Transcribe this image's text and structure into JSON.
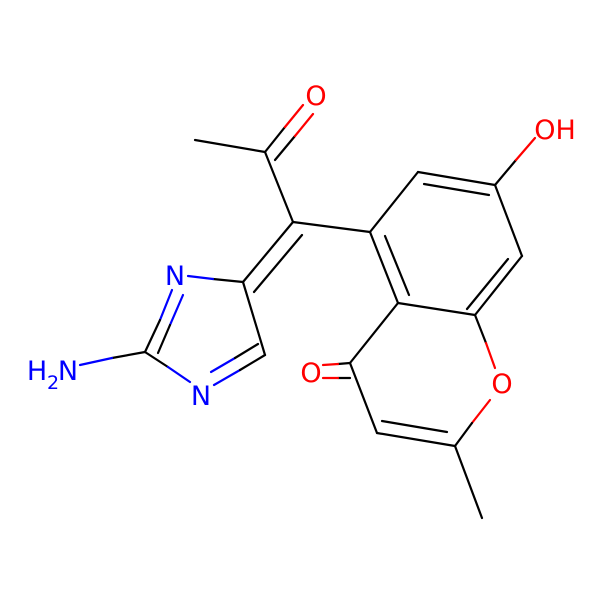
{
  "colors": {
    "bond": "#000000",
    "oxygen": "#ff0000",
    "nitrogen": "#0000ff",
    "background": "#ffffff"
  },
  "atoms": {
    "ketone_oxygen": "O",
    "hydroxyl": "OH",
    "carbonyl_oxygen": "O",
    "ring_oxygen": "O",
    "imidazole_n_top": "N",
    "imidazole_n_bottom": "N",
    "amine_h": "H",
    "amine_sub": "2",
    "amine_n": "N"
  }
}
